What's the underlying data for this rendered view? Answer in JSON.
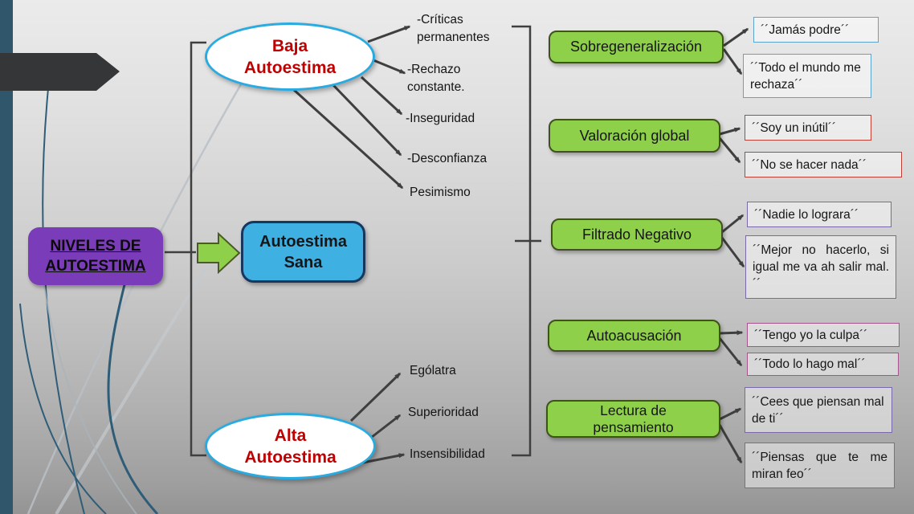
{
  "slide_title": "NIVELES DE AUTOESTIMA",
  "root": {
    "label": "NIVELES DE AUTOESTIMA"
  },
  "center": {
    "label": "Autoestima Sana"
  },
  "baja": {
    "label": "Baja Autoestima",
    "traits": [
      "-Críticas permanentes",
      "-Rechazo constante.",
      "-Inseguridad",
      "-Desconfianza",
      "Pesimismo"
    ]
  },
  "alta": {
    "label": "Alta Autoestima",
    "traits": [
      "Ególatra",
      "Superioridad",
      "Insensibilidad"
    ]
  },
  "distortions": [
    {
      "label": "Sobregeneralización",
      "quotes": [
        {
          "text": "´´Jamás podre´´",
          "accent": "#5da3cc"
        },
        {
          "text": "´´Todo el mundo me rechaza´´",
          "accent": "#5da3cc"
        }
      ]
    },
    {
      "label": "Valoración global",
      "quotes": [
        {
          "text": "´´Soy un inútil´´",
          "accent": "#bf4136"
        },
        {
          "text": "´´No se hacer nada´´",
          "accent": "#bf4136"
        }
      ]
    },
    {
      "label": "Filtrado Negativo",
      "quotes": [
        {
          "text": "´´Nadie lo lograra´´",
          "accent": "#7a68a8"
        },
        {
          "text": "´´Mejor no hacerlo, si igual me va ah salir mal.´´",
          "accent": "#7a68a8"
        }
      ]
    },
    {
      "label": "Autoacusación",
      "quotes": [
        {
          "text": "´´Tengo yo la culpa´´",
          "accent": "#a8548c"
        },
        {
          "text": "´´Todo lo hago mal´´",
          "accent": "#a8548c"
        }
      ]
    },
    {
      "label": "Lectura de pensamiento",
      "quotes": [
        {
          "text": "´´Cees que piensan mal de ti´´",
          "accent": "#7a68a8"
        },
        {
          "text": "´´Piensas que te me miran feo´´",
          "accent": "#7a68a8"
        }
      ]
    }
  ],
  "colors": {
    "root_purple": "#7a3cb8",
    "center_blue": "#3fb0e2",
    "center_blue_border": "#17375e",
    "ellipse_border": "#29abe2",
    "ellipse_text_red": "#c00000",
    "distortion_green": "#8ed04a",
    "connector_gray": "#3f3f3f",
    "sidebar_teal": "#30566c",
    "banner_charcoal": "#343638",
    "flow_arrow_green": "#8ed04a"
  }
}
